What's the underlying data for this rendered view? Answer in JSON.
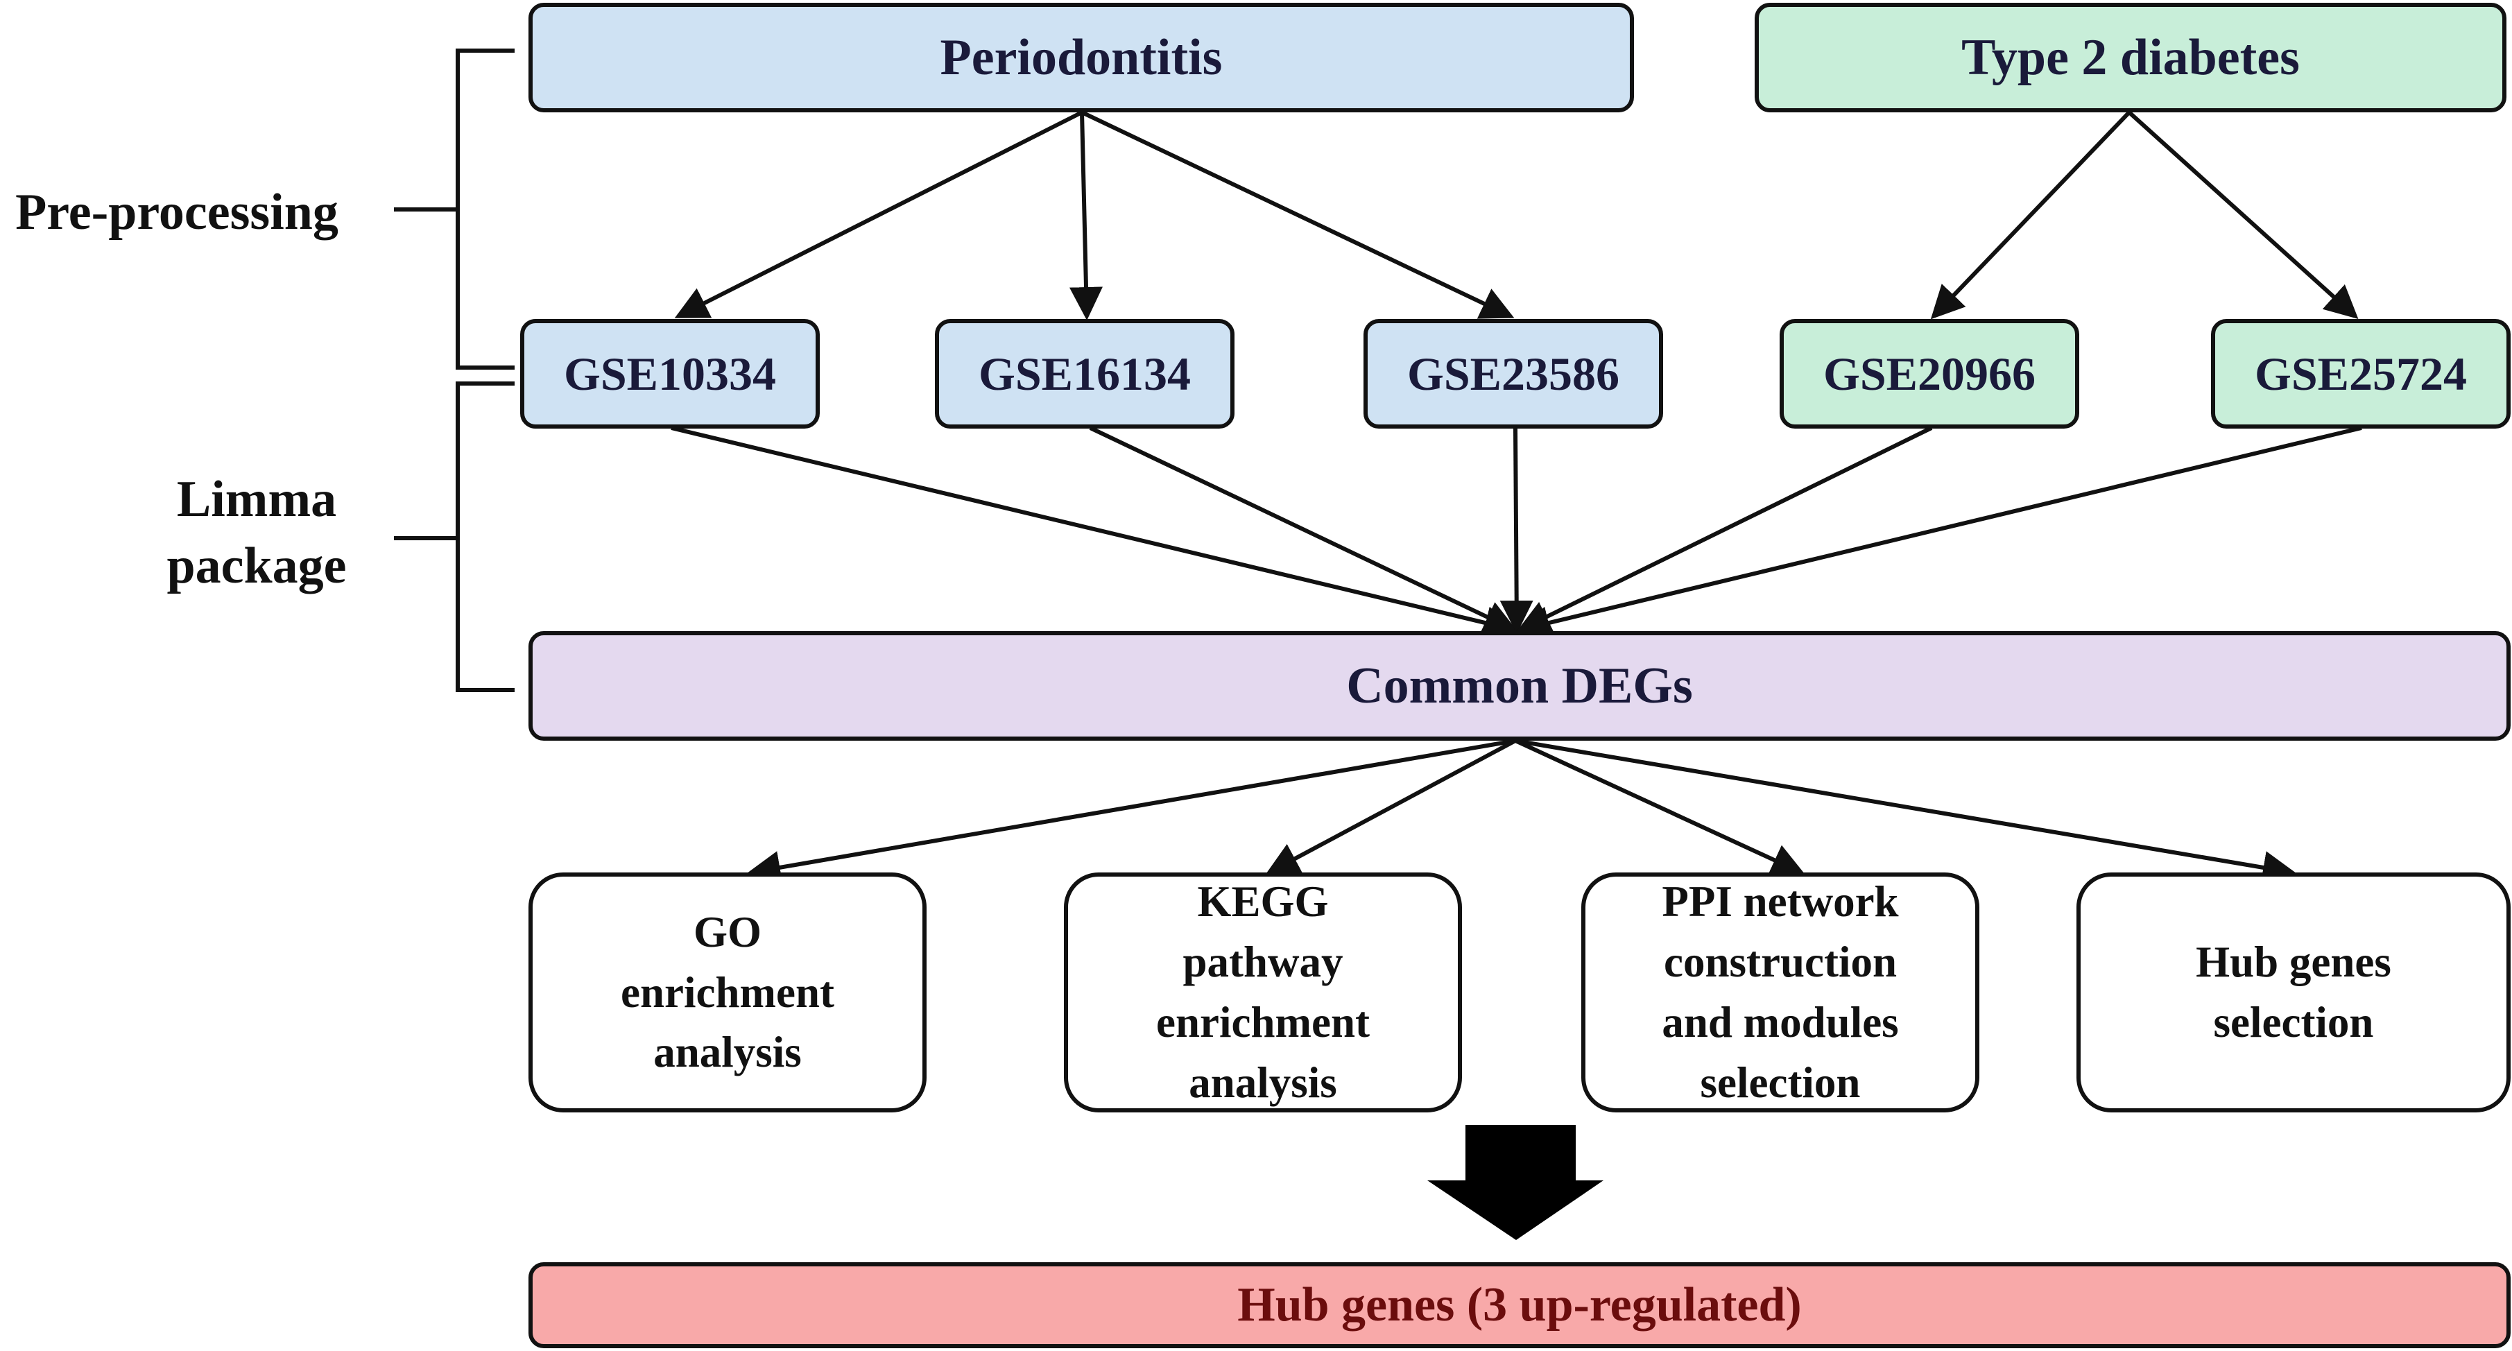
{
  "colors": {
    "periodontitis": "#cfe2f3",
    "diabetes": "#c8eed9",
    "common": "#e4d9ef",
    "hub": "#f8a9a9",
    "hub_text": "#6b0d0d",
    "text": "#1a1a3a",
    "line": "#111111"
  },
  "side_labels": {
    "preprocessing": "Pre-processing",
    "limma_line1": "Limma",
    "limma_line2": "package"
  },
  "sources": {
    "periodontitis": "Periodontitis",
    "diabetes": "Type 2 diabetes"
  },
  "datasets": {
    "gse10334": "GSE10334",
    "gse16134": "GSE16134",
    "gse23586": "GSE23586",
    "gse20966": "GSE20966",
    "gse25724": "GSE25724"
  },
  "common": "Common DEGs",
  "analyses": {
    "go": [
      "GO",
      "enrichment",
      "analysis"
    ],
    "kegg": [
      "KEGG",
      "pathway",
      "enrichment",
      "analysis"
    ],
    "ppi": [
      "PPI network",
      "construction",
      "and modules",
      "selection"
    ],
    "hub_selection": [
      "Hub genes",
      "selection"
    ]
  },
  "result": "Hub genes (3 up-regulated)"
}
